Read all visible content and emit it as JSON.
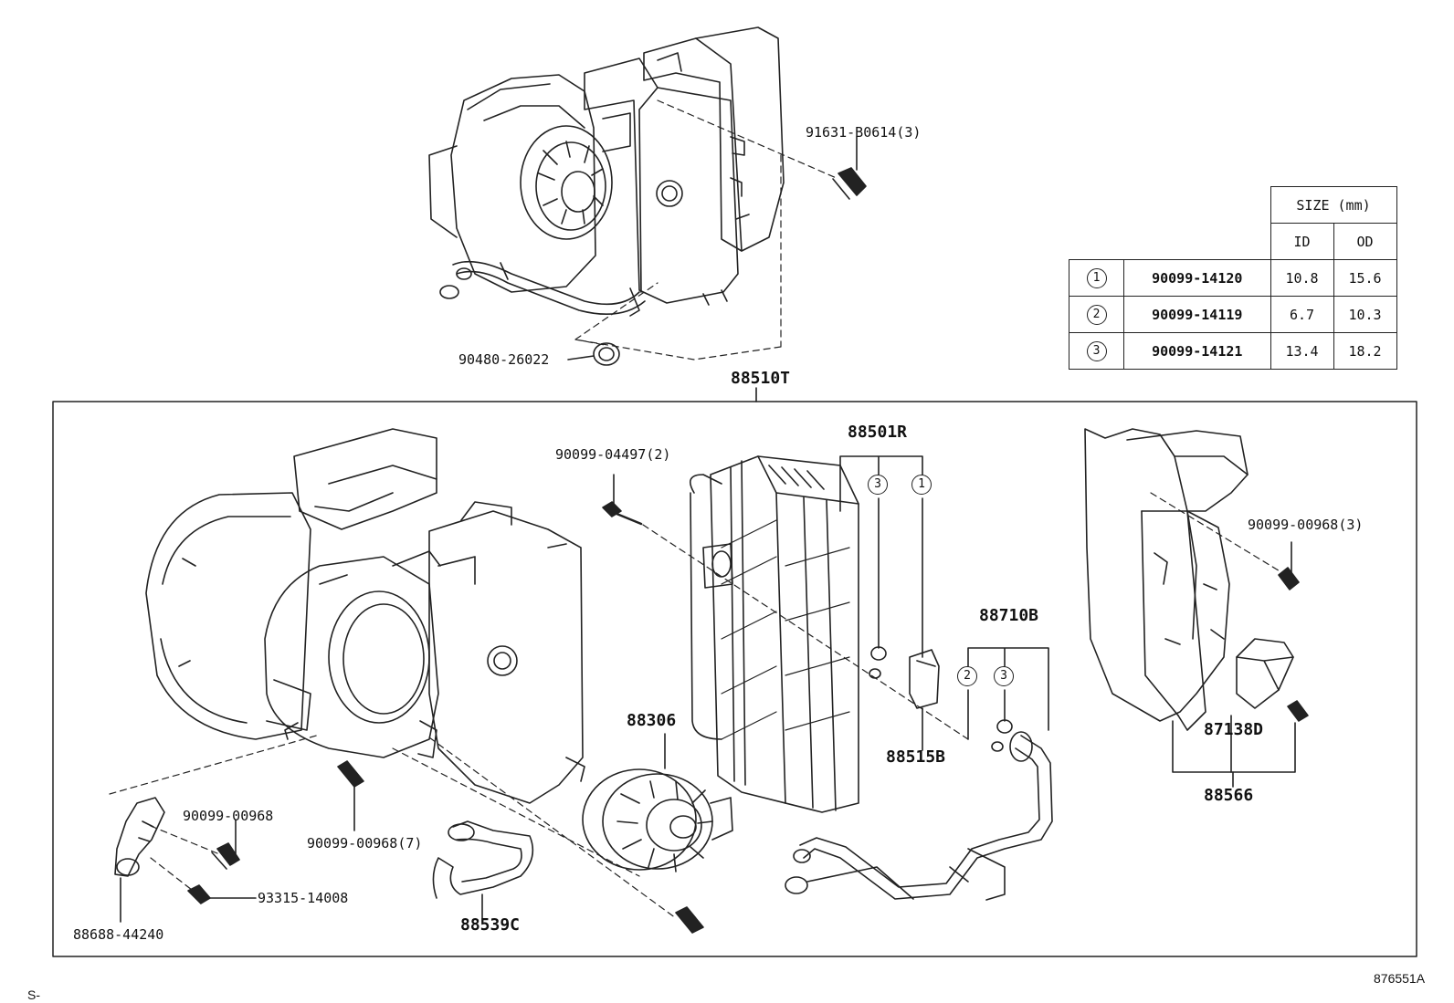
{
  "labels": {
    "bolt_top": "91631-B0614(3)",
    "grommet": "90480-26022",
    "assembly": "88510T",
    "screw_evap": "90099-04497(2)",
    "evaporator": "88501R",
    "screw_case": "90099-00968(3)",
    "tube": "88710B",
    "blower_motor": "88306",
    "valve": "88515B",
    "resistor": "87138D",
    "case": "88566",
    "screw_bracket": "90099-00968",
    "screw_center": "90099-00968(7)",
    "screw_small": "93315-14008",
    "bracket": "88688-44240",
    "hose": "88539C",
    "ref_code": "876551A",
    "corner_mark": "S-"
  },
  "callouts": {
    "evap_o_ring_a": "3",
    "evap_o_ring_b": "1",
    "tube_o_ring_a": "2",
    "tube_o_ring_b": "3"
  },
  "size_table": {
    "header": "SIZE (mm)",
    "col_id": "ID",
    "col_od": "OD",
    "rows": [
      {
        "key": "1",
        "part": "90099-14120",
        "id": "10.8",
        "od": "15.6"
      },
      {
        "key": "2",
        "part": "90099-14119",
        "id": "6.7",
        "od": "10.3"
      },
      {
        "key": "3",
        "part": "90099-14121",
        "id": "13.4",
        "od": "18.2"
      }
    ]
  }
}
